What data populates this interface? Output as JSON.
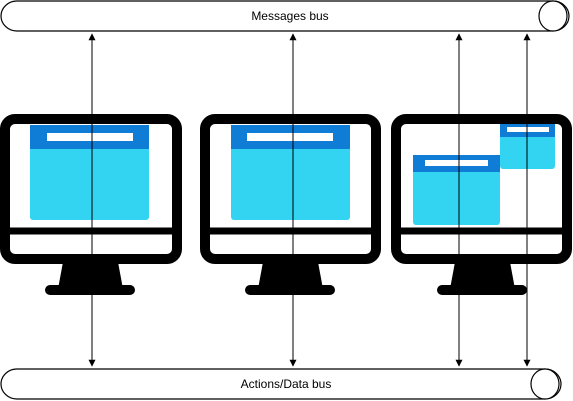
{
  "buses": {
    "top": {
      "label": "Messages bus"
    },
    "bottom": {
      "label": "Actions/Data bus"
    }
  },
  "monitors": [
    {
      "id": "monitor-1",
      "windows": 1
    },
    {
      "id": "monitor-2",
      "windows": 1
    },
    {
      "id": "monitor-3",
      "windows": 2
    }
  ],
  "colors": {
    "monitor": "#000000",
    "window_body": "#32d4f2",
    "window_titlebar": "#0f7dd6",
    "window_title_placeholder": "#ffffff",
    "bus_stroke": "#000000",
    "bus_fill": "#ffffff"
  }
}
